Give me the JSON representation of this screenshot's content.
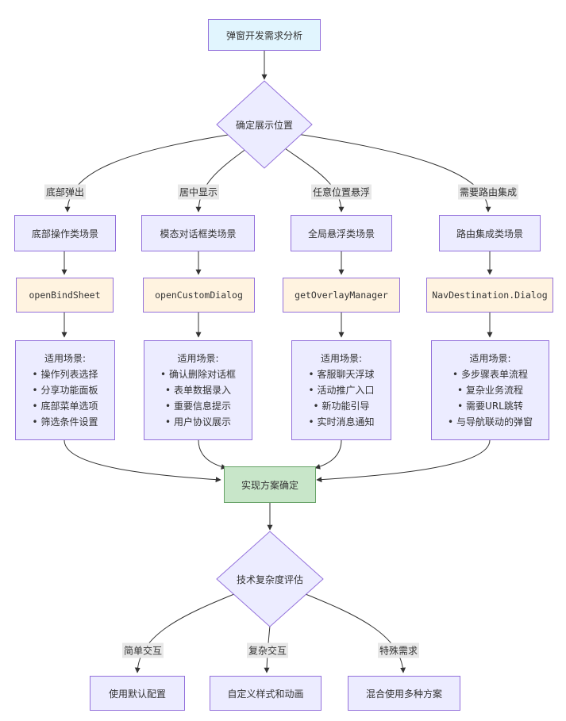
{
  "nodes": {
    "start": "弹窗开发需求分析",
    "decision1": "确定展示位置",
    "cat_bottom": "底部操作类场景",
    "cat_modal": "模态对话框类场景",
    "cat_float": "全局悬浮类场景",
    "cat_route": "路由集成类场景",
    "api_bottom": "openBindSheet",
    "api_modal": "openCustomDialog",
    "api_float": "getOverlayManager",
    "api_route": "NavDestination.Dialog",
    "scenes_bottom": {
      "title": "适用场景:",
      "items": [
        "• 操作列表选择",
        "• 分享功能面板",
        "• 底部菜单选项",
        "• 筛选条件设置"
      ]
    },
    "scenes_modal": {
      "title": "适用场景:",
      "items": [
        "• 确认删除对话框",
        "• 表单数据录入",
        "• 重要信息提示",
        "• 用户协议展示"
      ]
    },
    "scenes_float": {
      "title": "适用场景:",
      "items": [
        "• 客服聊天浮球",
        "• 活动推广入口",
        "• 新功能引导",
        "• 实时消息通知"
      ]
    },
    "scenes_route": {
      "title": "适用场景:",
      "items": [
        "• 多步骤表单流程",
        "• 复杂业务流程",
        "• 需要URL跳转",
        "• 与导航联动的弹窗"
      ]
    },
    "confirm": "实现方案确定",
    "decision2": "技术复杂度评估",
    "out_simple": "使用默认配置",
    "out_custom": "自定义样式和动画",
    "out_mixed": "混合使用多种方案"
  },
  "edge_labels": {
    "bottom": "底部弹出",
    "center": "居中显示",
    "anywhere": "任意位置悬浮",
    "routing": "需要路由集成",
    "simple": "简单交互",
    "complex": "复杂交互",
    "special": "特殊需求"
  },
  "colors": {
    "purple_fill": "#ECECFF",
    "purple_stroke": "#9370DB",
    "blue_fill": "#E1F5FE",
    "cream_fill": "#FFF3E0",
    "green_fill": "#C8E6C9",
    "edge": "#333333",
    "label_bg": "#E8E8E8"
  }
}
